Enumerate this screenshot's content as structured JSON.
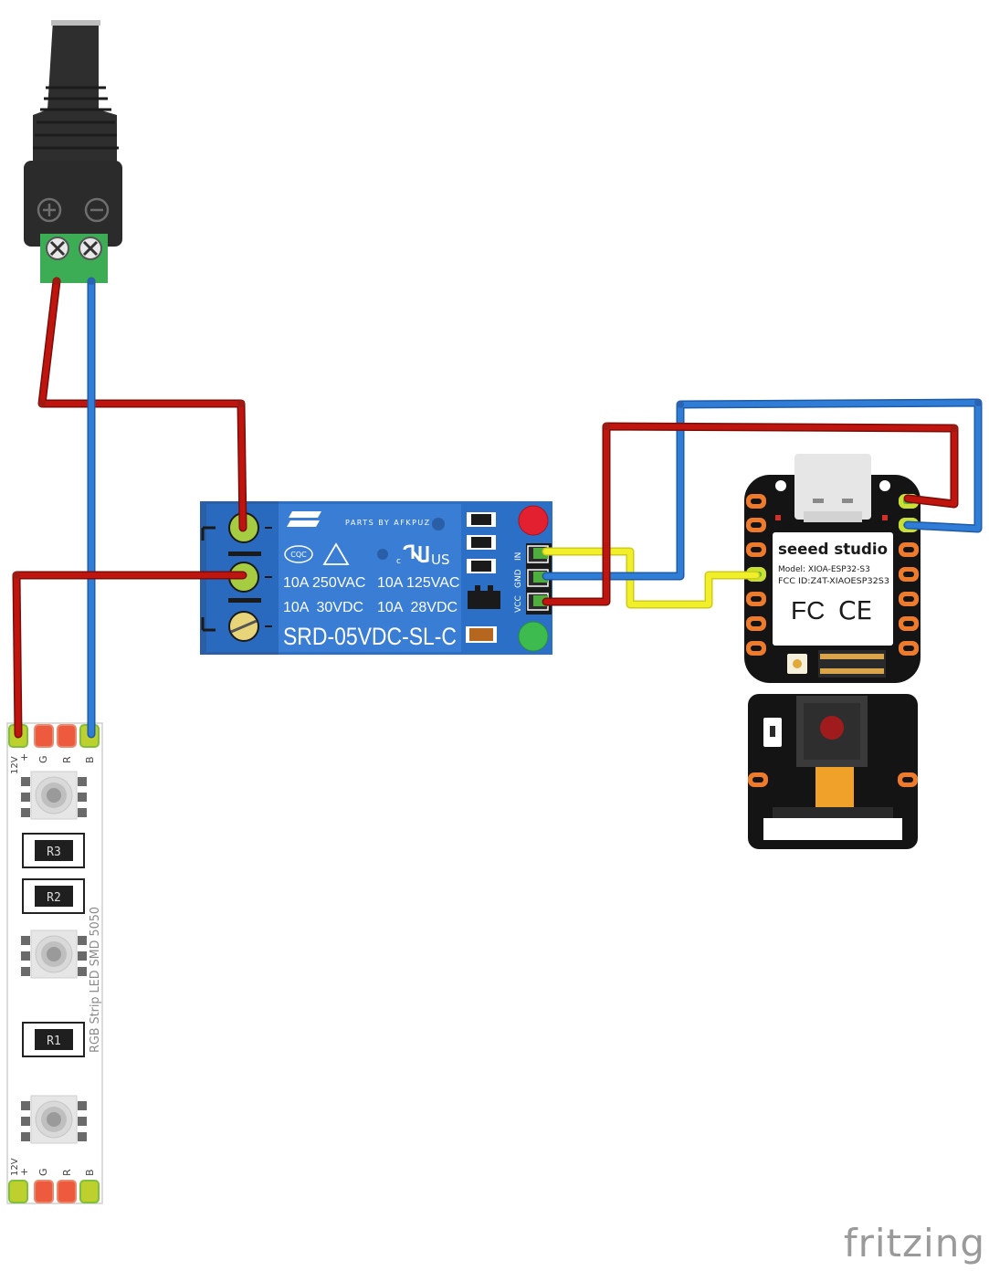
{
  "relay": {
    "brand": "PARTS BY AFKPUZ",
    "cert": "CQC",
    "ul": "US",
    "ul_c": "c",
    "rating1a": "10A 250VAC",
    "rating1b": "10A 125VAC",
    "rating2a": "10A  30VDC",
    "rating2b": "10A  28VDC",
    "model": "SRD-05VDC-SL-C",
    "pin_in": "IN",
    "pin_gnd": "GND",
    "pin_vcc": "VCC"
  },
  "xiao": {
    "brand": "seeed studio",
    "model": "Model: XIOA-ESP32-S3",
    "fcc": "FCC ID:Z4T-XIAOESP32S3",
    "fc_mark": "FC",
    "ce_mark": "CE"
  },
  "strip": {
    "title": "RGB Strip LED SMD 5050",
    "pin_12v": "12V",
    "pin_plus": "+",
    "pin_g": "G",
    "pin_r": "R",
    "pin_b": "B",
    "r1": "R1",
    "r2": "R2",
    "r3": "R3"
  },
  "watermark": "fritzing",
  "colors": {
    "wire_red": "#c0150f",
    "wire_blue": "#2f7dd6",
    "wire_yellow": "#f1ee2a",
    "relay_blue": "#2b6fc6"
  }
}
